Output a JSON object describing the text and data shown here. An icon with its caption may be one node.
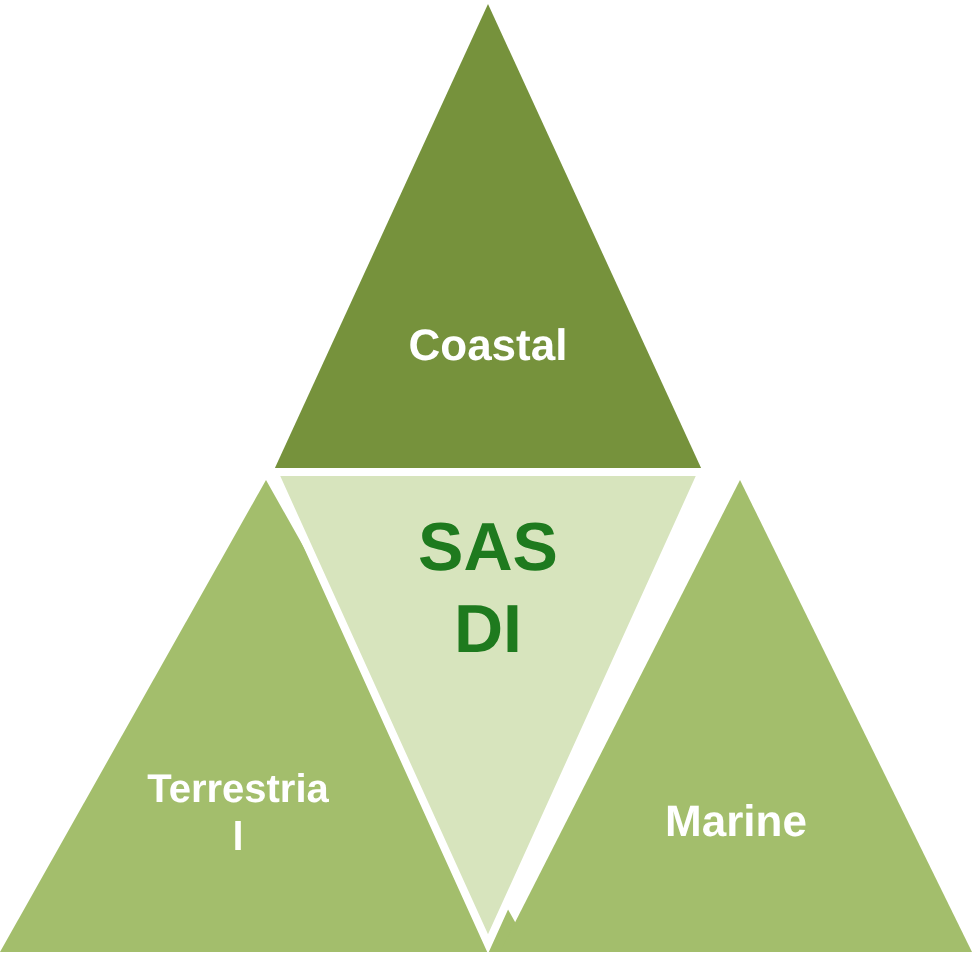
{
  "diagram": {
    "nodes": [
      {
        "text": [
          "Coastal"
        ]
      },
      {
        "text": [
          "SASDI"
        ]
      },
      {
        "text": [
          "Terrestrial"
        ]
      },
      {
        "text": [
          "Marine"
        ]
      }
    ]
  }
}
